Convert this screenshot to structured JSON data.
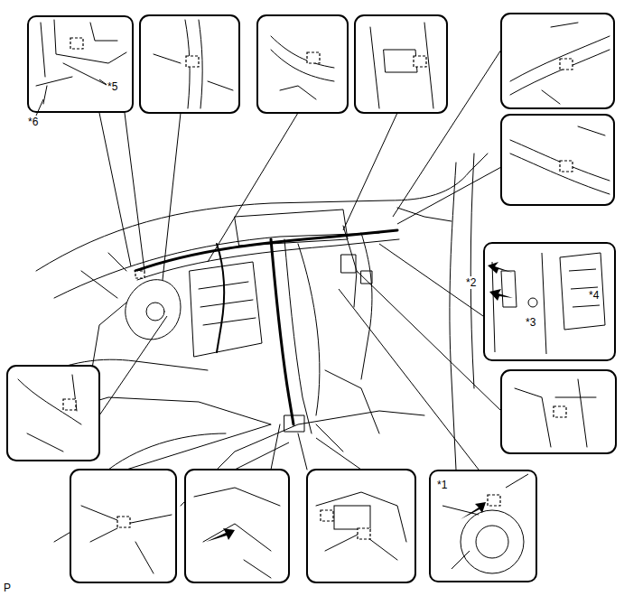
{
  "diagram": {
    "nodes": [
      {
        "text": [
          "*5"
        ]
      },
      {
        "text": [
          "*2",
          "*3",
          "*4"
        ]
      },
      {
        "text": [
          "*1"
        ]
      }
    ],
    "labels": [
      "*6",
      "P"
    ]
  }
}
